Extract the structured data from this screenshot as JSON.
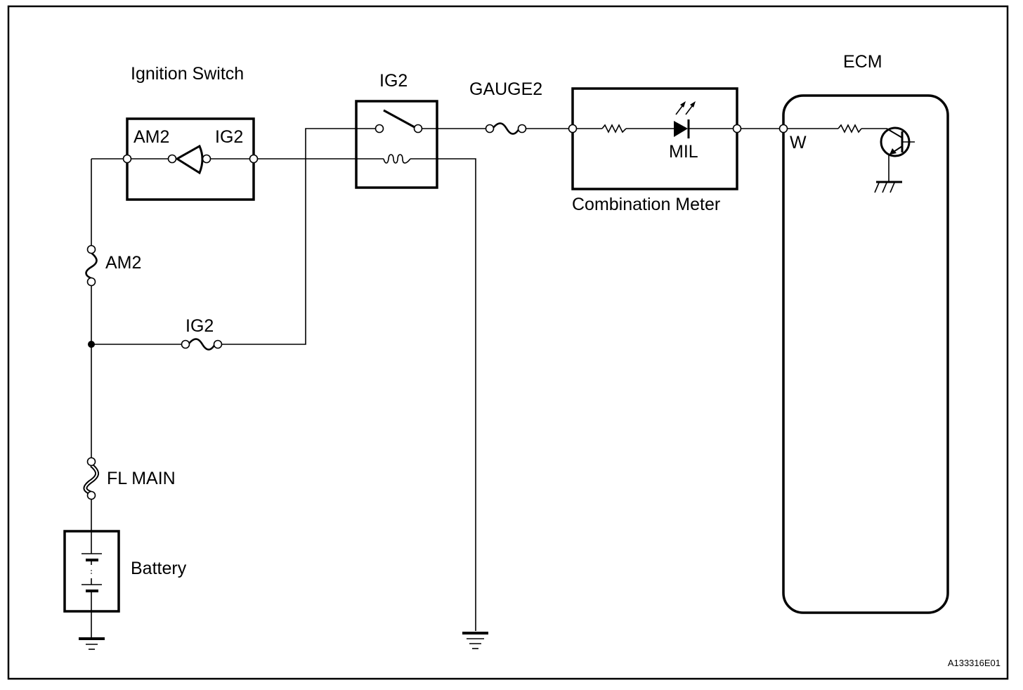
{
  "diagram": {
    "type": "wiring-schematic",
    "figure_id": "A133316E01",
    "components": {
      "ignition_switch": {
        "title": "Ignition Switch",
        "left_terminal": "AM2",
        "right_terminal": "IG2"
      },
      "ig2_relay": {
        "title": "IG2"
      },
      "gauge2_fuse": {
        "label": "GAUGE2"
      },
      "combination_meter": {
        "title": "Combination Meter",
        "lamp_label": "MIL"
      },
      "ecm": {
        "title": "ECM",
        "terminal": "W"
      },
      "am2_fuse": {
        "label": "AM2"
      },
      "ig2_fuse": {
        "label": "IG2"
      },
      "fl_main_fuse": {
        "label": "FL MAIN"
      },
      "battery": {
        "label": "Battery"
      }
    },
    "connections": [
      [
        "battery",
        "fl_main_fuse"
      ],
      [
        "fl_main_fuse",
        "junction"
      ],
      [
        "junction",
        "am2_fuse"
      ],
      [
        "junction",
        "ig2_fuse"
      ],
      [
        "am2_fuse",
        "ignition_switch.AM2"
      ],
      [
        "ignition_switch.IG2",
        "ig2_relay.coil"
      ],
      [
        "ig2_relay.coil",
        "ground"
      ],
      [
        "ig2_fuse",
        "ig2_relay.switch"
      ],
      [
        "ig2_relay.switch",
        "gauge2_fuse"
      ],
      [
        "gauge2_fuse",
        "combination_meter"
      ],
      [
        "combination_meter",
        "ecm.W"
      ],
      [
        "ecm.W",
        "ecm.transistor"
      ],
      [
        "ecm.transistor",
        "ground"
      ]
    ]
  }
}
